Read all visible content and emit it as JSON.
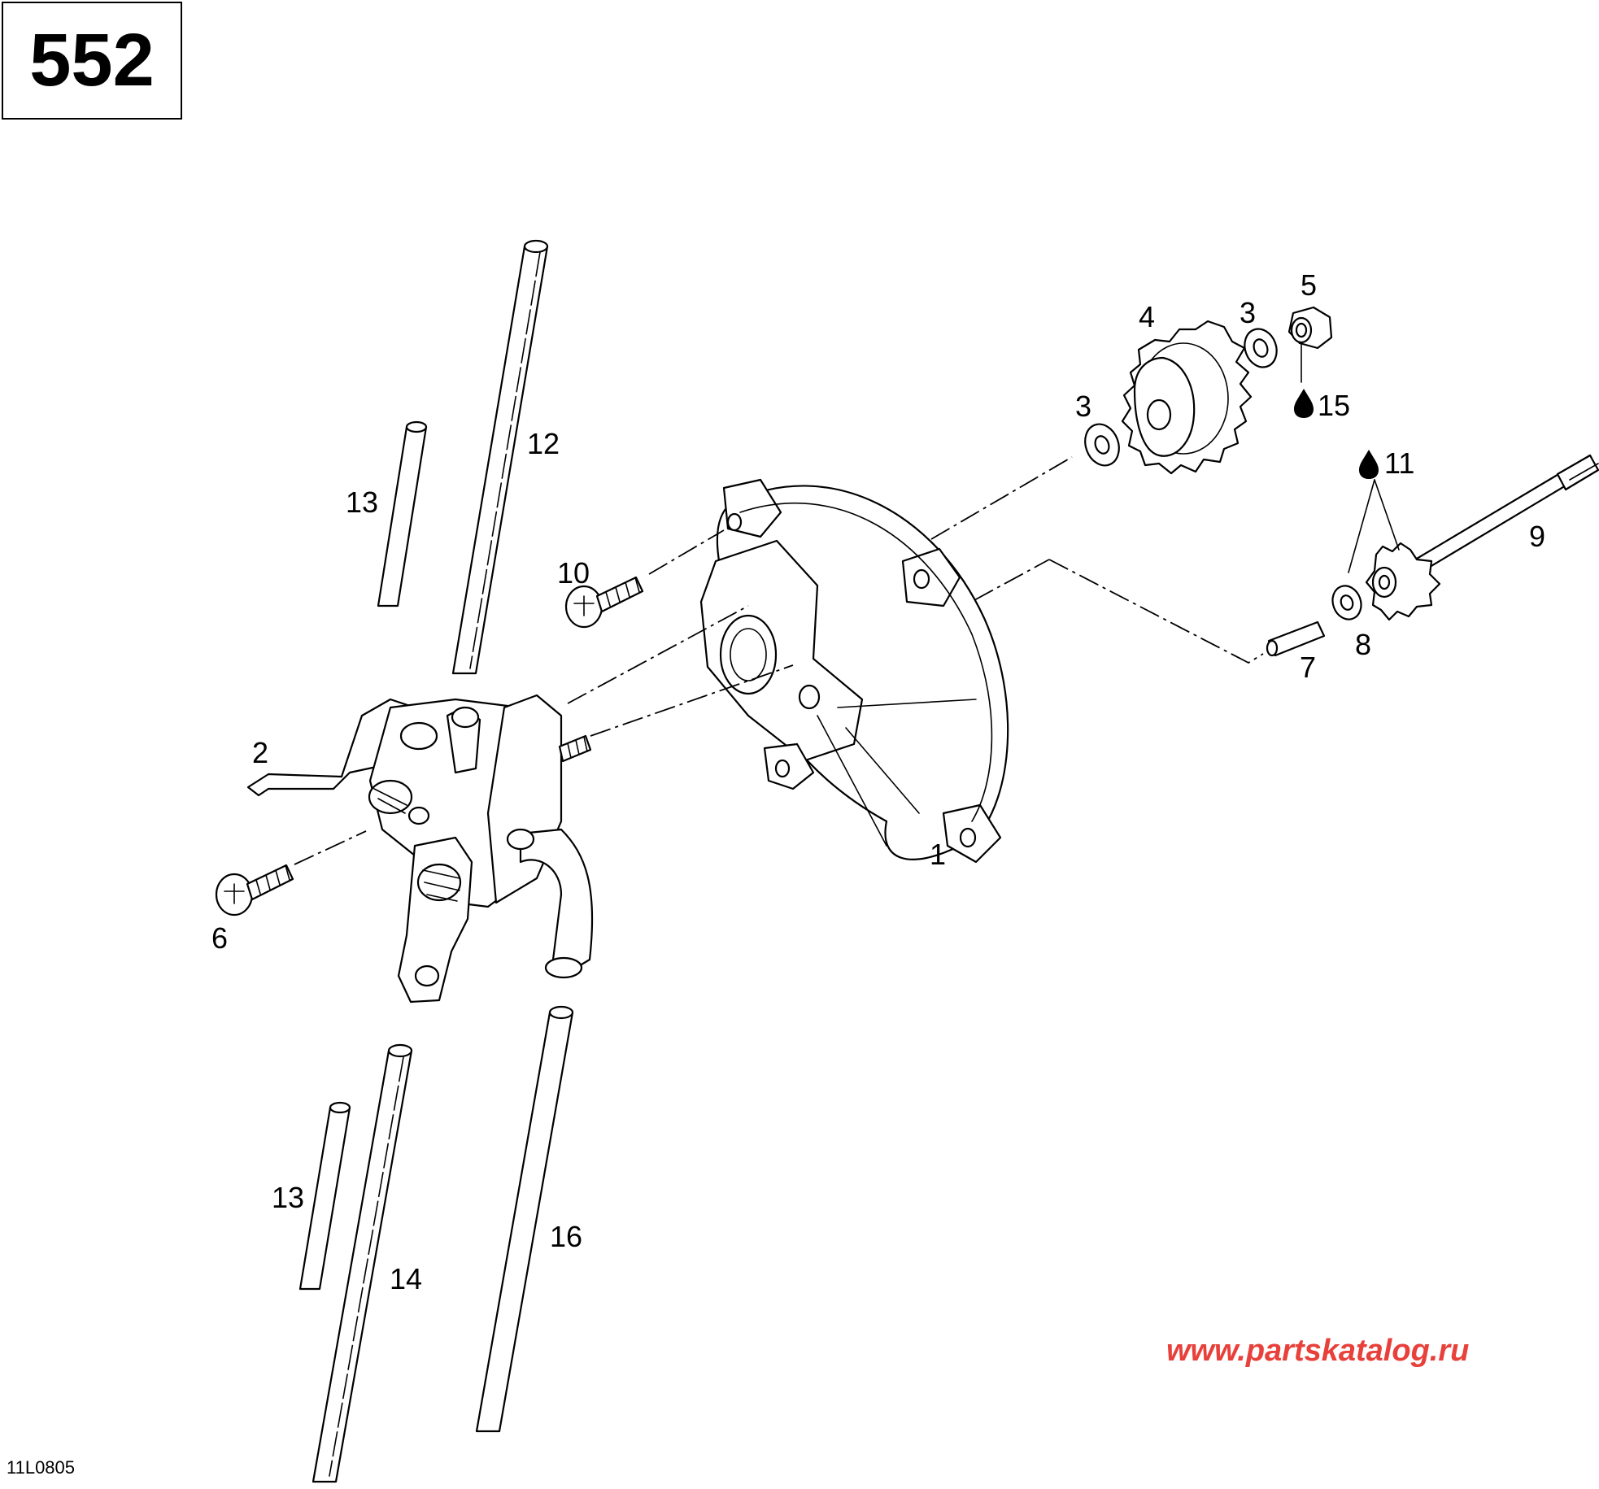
{
  "page_number": "552",
  "figure_code": "11L0805",
  "watermark": "www.partskatalog.ru",
  "callouts": {
    "c1": "1",
    "c2": "2",
    "c3a": "3",
    "c3b": "3",
    "c4": "4",
    "c5": "5",
    "c6": "6",
    "c7": "7",
    "c8": "8",
    "c9": "9",
    "c10": "10",
    "c11": "11",
    "c12": "12",
    "c13a": "13",
    "c13b": "13",
    "c14": "14",
    "c15": "15",
    "c16": "16"
  },
  "icons": {
    "oil_drop": "oil-drop-icon"
  },
  "colors": {
    "line": "#000000",
    "watermark": "#e8403a"
  }
}
